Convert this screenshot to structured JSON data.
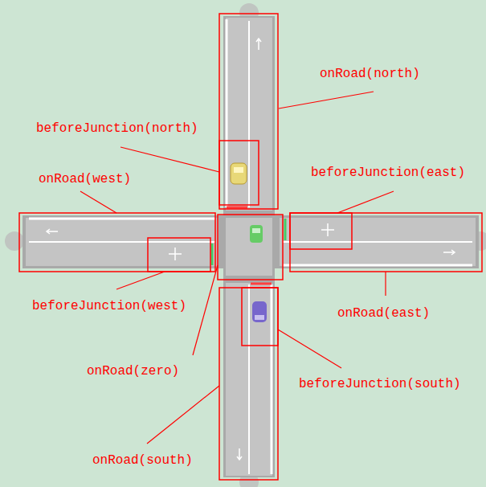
{
  "diagram": {
    "labels": [
      "onRoad(north)",
      "beforeJunction(north)",
      "onRoad(west)",
      "beforeJunction(east)",
      "beforeJunction(west)",
      "onRoad(east)",
      "onRoad(zero)",
      "beforeJunction(south)",
      "onRoad(south)"
    ]
  }
}
